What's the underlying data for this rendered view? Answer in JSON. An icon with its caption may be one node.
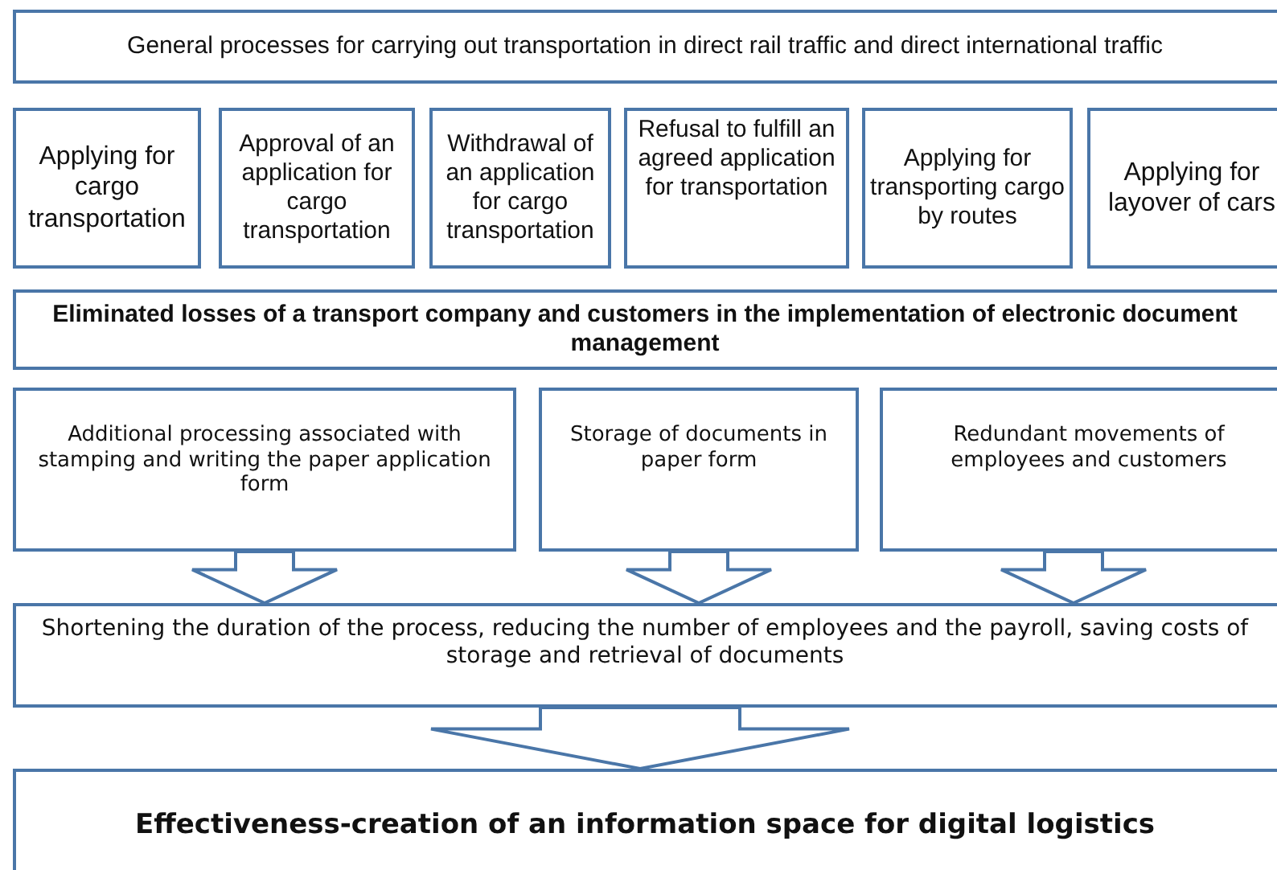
{
  "diagram": {
    "nodes": [
      {
        "text": [
          "General processes for carrying out transportation in direct rail traffic and direct international traffic"
        ]
      },
      {
        "text": [
          "Applying for cargo transportation"
        ]
      },
      {
        "text": [
          "Approval of an application for cargo transportation"
        ]
      },
      {
        "text": [
          "Withdrawal of an application for cargo transportation"
        ]
      },
      {
        "text": [
          "Refusal to fulfill an agreed application for transportation"
        ]
      },
      {
        "text": [
          "Applying for transporting cargo by routes"
        ]
      },
      {
        "text": [
          "Applying for layover of cars"
        ]
      },
      {
        "text": [
          "Eliminated losses of a transport company and customers in the implementation of electronic document management"
        ]
      },
      {
        "text": [
          "Additional processing associated with stamping and writing the paper application form"
        ]
      },
      {
        "text": [
          "Storage of documents in paper form"
        ]
      },
      {
        "text": [
          "Redundant movements of employees and customers"
        ]
      },
      {
        "text": [
          "Shortening the duration of the process, reducing the number of employees and the payroll, saving costs of storage and retrieval of documents"
        ]
      },
      {
        "text": [
          "Effectiveness-creation of an information space for digital logistics"
        ]
      }
    ],
    "edges": [
      {
        "from": 8,
        "to": 11,
        "arrow": "to"
      },
      {
        "from": 9,
        "to": 11,
        "arrow": "to"
      },
      {
        "from": 10,
        "to": 11,
        "arrow": "to"
      },
      {
        "from": 11,
        "to": 12,
        "arrow": "to"
      }
    ]
  }
}
